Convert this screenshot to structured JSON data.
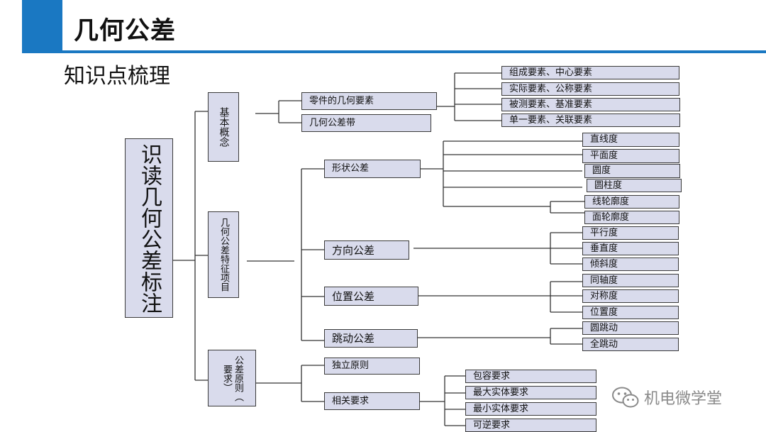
{
  "header": {
    "title": "几何公差"
  },
  "subtitle": "知识点梳理",
  "diagram": {
    "root": "识读几何公差标注",
    "branches": [
      {
        "label": "基本概念",
        "children": [
          {
            "label": "零件的几何要素",
            "children": [
              "组成要素、中心要素",
              "实际要素、公称要素",
              "被测要素、基准要素",
              "单一要素、关联要素"
            ]
          },
          {
            "label": "几何公差带",
            "children": []
          }
        ]
      },
      {
        "label": "几何公差特征项目",
        "children": [
          {
            "label": "形状公差",
            "children": [
              "直线度",
              "平面度",
              "圆度",
              "圆柱度",
              "线轮廓度",
              "面轮廓度"
            ]
          },
          {
            "label": "方向公差",
            "children": [
              "平行度",
              "垂直度",
              "倾斜度"
            ]
          },
          {
            "label": "位置公差",
            "children": [
              "同轴度",
              "对称度",
              "位置度"
            ]
          },
          {
            "label": "跳动公差",
            "children": [
              "圆跳动",
              "全跳动"
            ]
          }
        ]
      },
      {
        "label": "公差原则（要求）",
        "label_part1": "公差原则（",
        "label_part2": "要求）",
        "children": [
          {
            "label": "独立原则",
            "children": []
          },
          {
            "label": "相关要求",
            "children": [
              "包容要求",
              "最大实体要求",
              "最小实体要求",
              "可逆要求"
            ]
          }
        ]
      }
    ]
  },
  "watermark": {
    "text": "机电微学堂",
    "icon": "wechat-icon"
  },
  "colors": {
    "accent": "#1a78c2",
    "node_fill": "#d9dbec",
    "node_border": "#3a3a3a",
    "line": "#333333"
  }
}
